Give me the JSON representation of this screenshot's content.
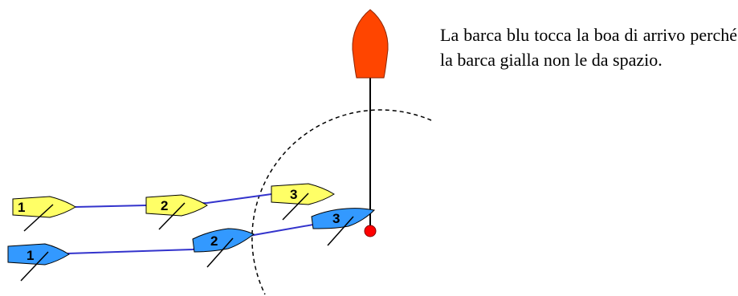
{
  "caption": "La barca blu tocca la boa di arrivo perché la barca gialla non le da spazio.",
  "colors": {
    "yellow_boat": "#FFFF66",
    "blue_boat": "#3399FF",
    "committee_boat": "#FF4500",
    "mark": "#FF0000",
    "track_line": "#3333CC"
  },
  "yellow_boats": [
    {
      "label": "1"
    },
    {
      "label": "2"
    },
    {
      "label": "3"
    }
  ],
  "blue_boats": [
    {
      "label": "1"
    },
    {
      "label": "2"
    },
    {
      "label": "3"
    }
  ]
}
